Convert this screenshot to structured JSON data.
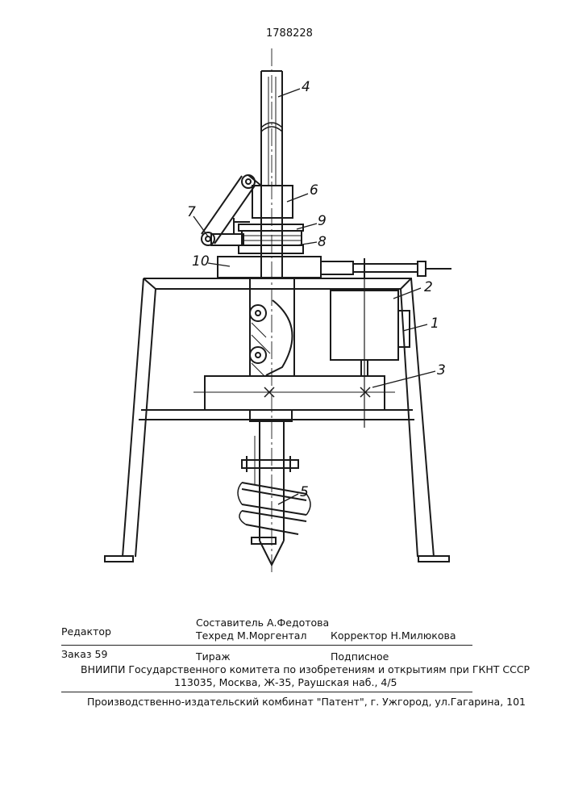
{
  "patent_number": "1788228",
  "figure_labels": {
    "l1": "1",
    "l2": "2",
    "l3": "3",
    "l4": "4",
    "l5": "5",
    "l6": "6",
    "l7": "7",
    "l8": "8",
    "l9": "9",
    "l10": "10"
  },
  "colophon": {
    "editor": "Редактор",
    "compiler": "Составитель А.Федотова",
    "techred": "Техред М.Моргентал",
    "corrector": "Корректор  Н.Милюкова",
    "order": "Заказ  59",
    "circulation": "Тираж",
    "subscription": "Подписное",
    "vniipi": "ВНИИПИ Государственного комитета по изобретениям и открытиям при ГКНТ СССР",
    "address": "113035, Москва, Ж-35, Раушская наб., 4/5",
    "publisher": "Производственно-издательский комбинат \"Патент\", г. Ужгород, ул.Гагарина, 101"
  }
}
